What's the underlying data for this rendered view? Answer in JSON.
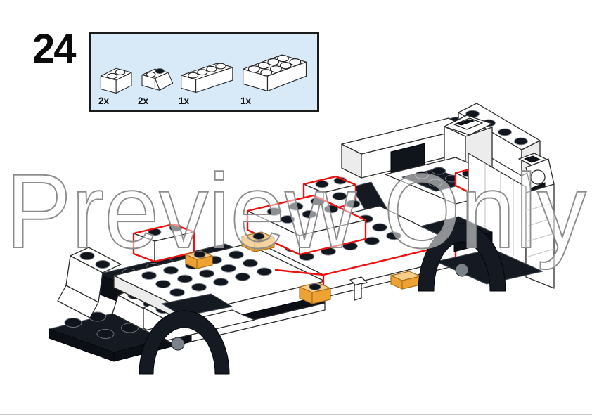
{
  "page": {
    "background_color": "#ffffff",
    "footer_rule_color": "#cbcbcb"
  },
  "step": {
    "number": "24"
  },
  "parts_box": {
    "background_color": "#d8eaf8",
    "border_color": "#1b1b1b",
    "parts": [
      {
        "id": "brick-1x2-white",
        "quantity": "2x"
      },
      {
        "id": "slope-inverted-1x2-white",
        "quantity": "2x"
      },
      {
        "id": "brick-1x4-white",
        "quantity": "1x"
      },
      {
        "id": "brick-2x4-white",
        "quantity": "1x"
      }
    ]
  },
  "model": {
    "description": "Partially assembled white truck chassis shown in isometric view with newly placed bricks outlined",
    "highlight_color": "#ee1111",
    "brick_white_color": "#ffffff",
    "brick_black_color": "#151a22",
    "trans_orange_color": "#eda233",
    "outline_color": "#2d2d2d"
  },
  "watermark": {
    "text": "Preview Only",
    "fill_color": "rgba(255,255,255,0.52)",
    "outline_color": "#8d8d8d"
  }
}
